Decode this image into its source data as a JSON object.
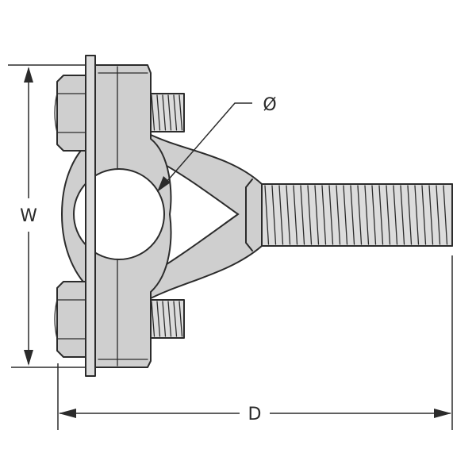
{
  "labels": {
    "width": "W",
    "depth": "D",
    "diameter": "Ø"
  },
  "colors": {
    "line": "#2b2b2b",
    "fill": "#cfcfcf",
    "background": "#ffffff"
  }
}
